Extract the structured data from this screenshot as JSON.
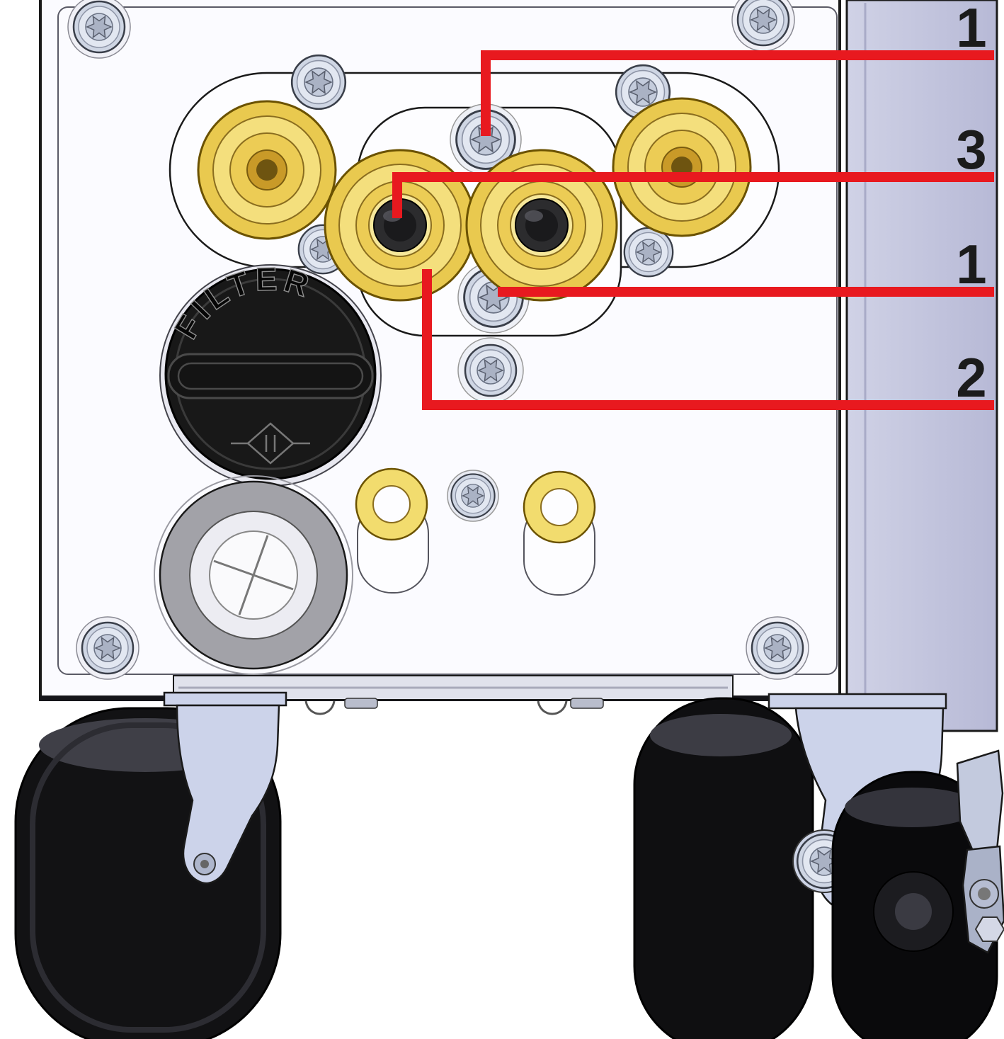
{
  "figure": {
    "type": "technical-illustration",
    "filter_cap": {
      "label": "FILTER"
    },
    "callouts": [
      {
        "label": "1",
        "points_to": "torx-screw-top-center"
      },
      {
        "label": "3",
        "points_to": "center-connector-plug"
      },
      {
        "label": "1",
        "points_to": "torx-screw-bottom-center"
      },
      {
        "label": "2",
        "points_to": "center-connector-body"
      }
    ],
    "colors": {
      "callout_line": "#e8191f",
      "label": "#1b1b1b",
      "brass": "#eccd55",
      "brass_light": "#f6e48c",
      "panel_face": "#fbfbff",
      "side_panel": "#c5c7e0",
      "cap": "#161616",
      "metal": "#cdd5e4"
    }
  }
}
